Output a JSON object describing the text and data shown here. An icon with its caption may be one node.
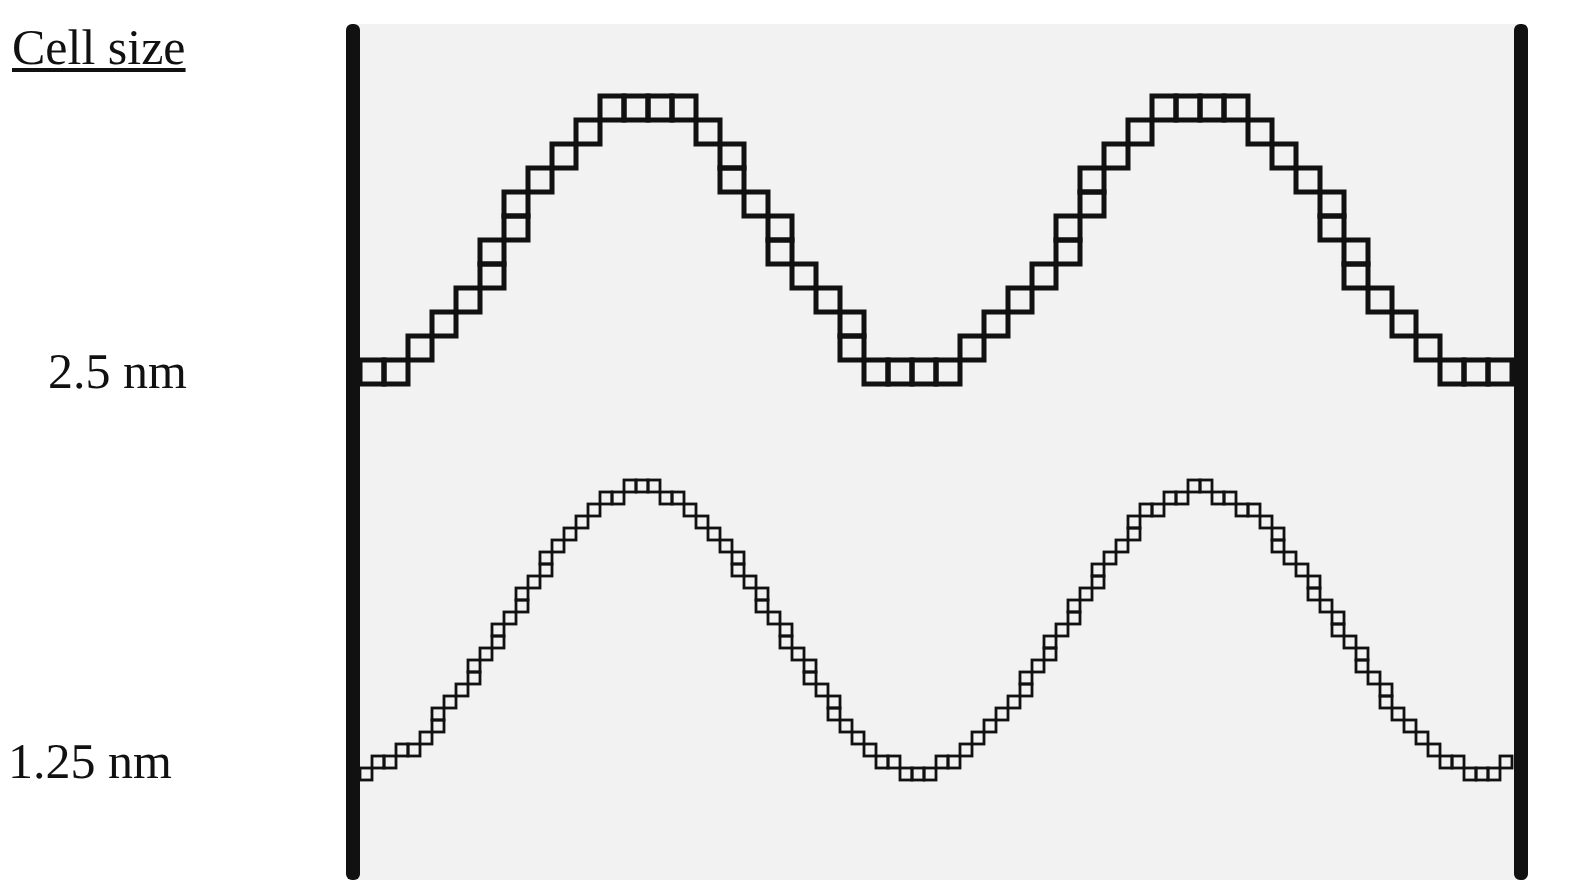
{
  "diagram": {
    "labels": [
      "Cell size",
      "2.5 nm",
      "1.25 nm"
    ]
  }
}
